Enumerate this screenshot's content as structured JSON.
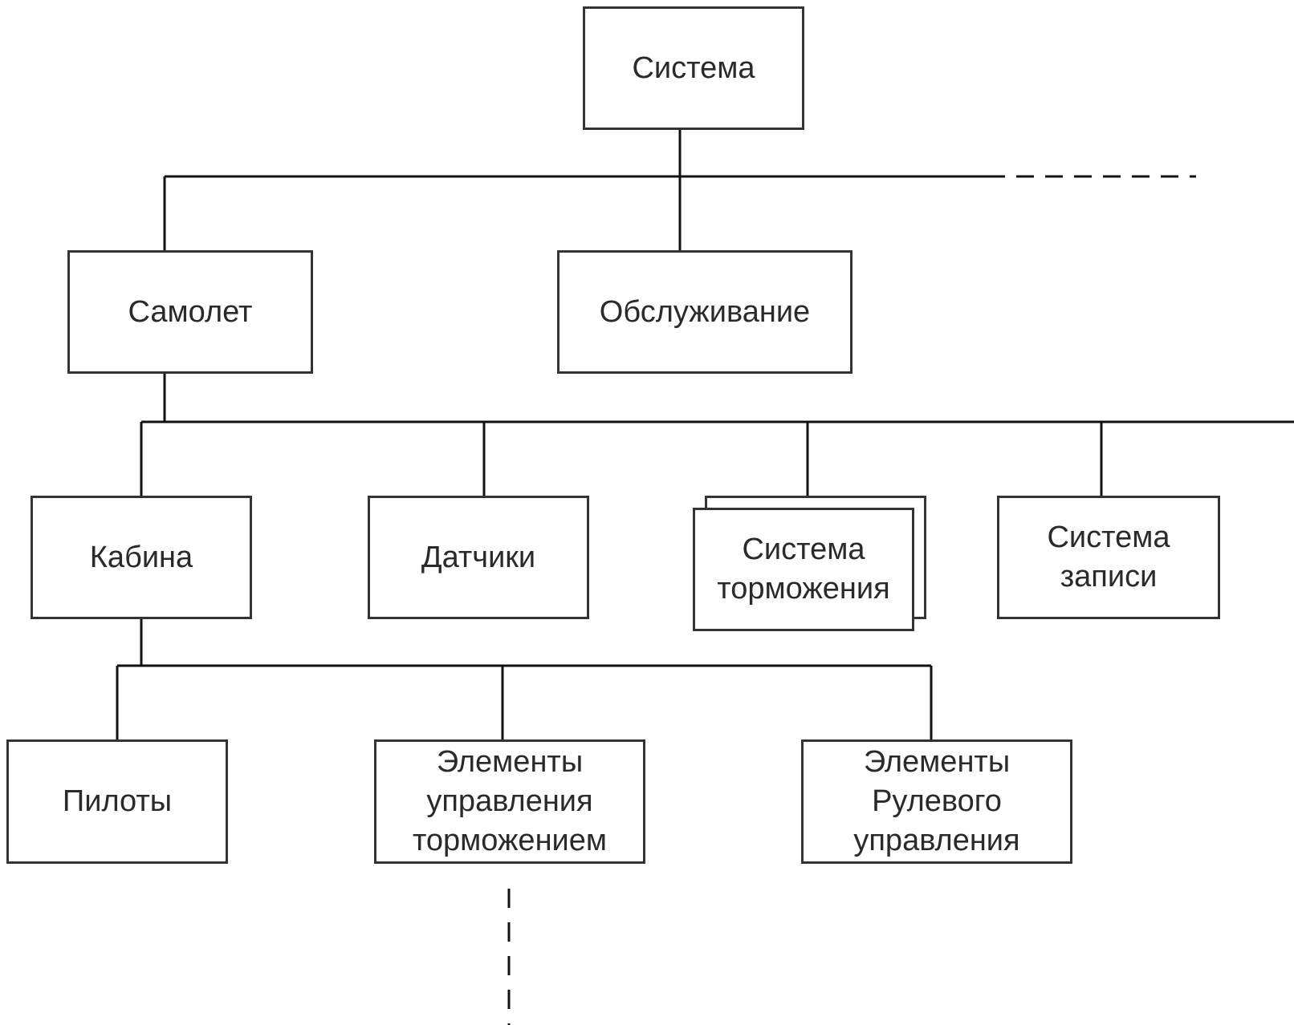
{
  "colors": {
    "line": "#111111",
    "box_border": "#333333",
    "text": "#2a2a2a",
    "background": "#ffffff"
  },
  "nodes": {
    "system": {
      "lines": [
        "Система"
      ]
    },
    "aircraft": {
      "lines": [
        "Самолет"
      ]
    },
    "maintenance": {
      "lines": [
        "Обслуживание"
      ]
    },
    "cabin": {
      "lines": [
        "Кабина"
      ]
    },
    "sensors": {
      "lines": [
        "Датчики"
      ]
    },
    "braking_system": {
      "lines": [
        "Система",
        "торможения"
      ]
    },
    "recording_system": {
      "lines": [
        "Система",
        "записи"
      ]
    },
    "pilots": {
      "lines": [
        "Пилоты"
      ]
    },
    "brake_controls": {
      "lines": [
        "Элементы",
        "управления",
        "торможением"
      ]
    },
    "steering_controls": {
      "lines": [
        "Элементы",
        "Рулевого",
        "управления"
      ]
    }
  },
  "edges": [
    {
      "from": "system",
      "to": "aircraft"
    },
    {
      "from": "system",
      "to": "maintenance"
    },
    {
      "from": "aircraft",
      "to": "cabin"
    },
    {
      "from": "aircraft",
      "to": "sensors"
    },
    {
      "from": "aircraft",
      "to": "braking_system"
    },
    {
      "from": "aircraft",
      "to": "recording_system"
    },
    {
      "from": "cabin",
      "to": "pilots"
    },
    {
      "from": "cabin",
      "to": "brake_controls"
    },
    {
      "from": "cabin",
      "to": "steering_controls"
    }
  ]
}
